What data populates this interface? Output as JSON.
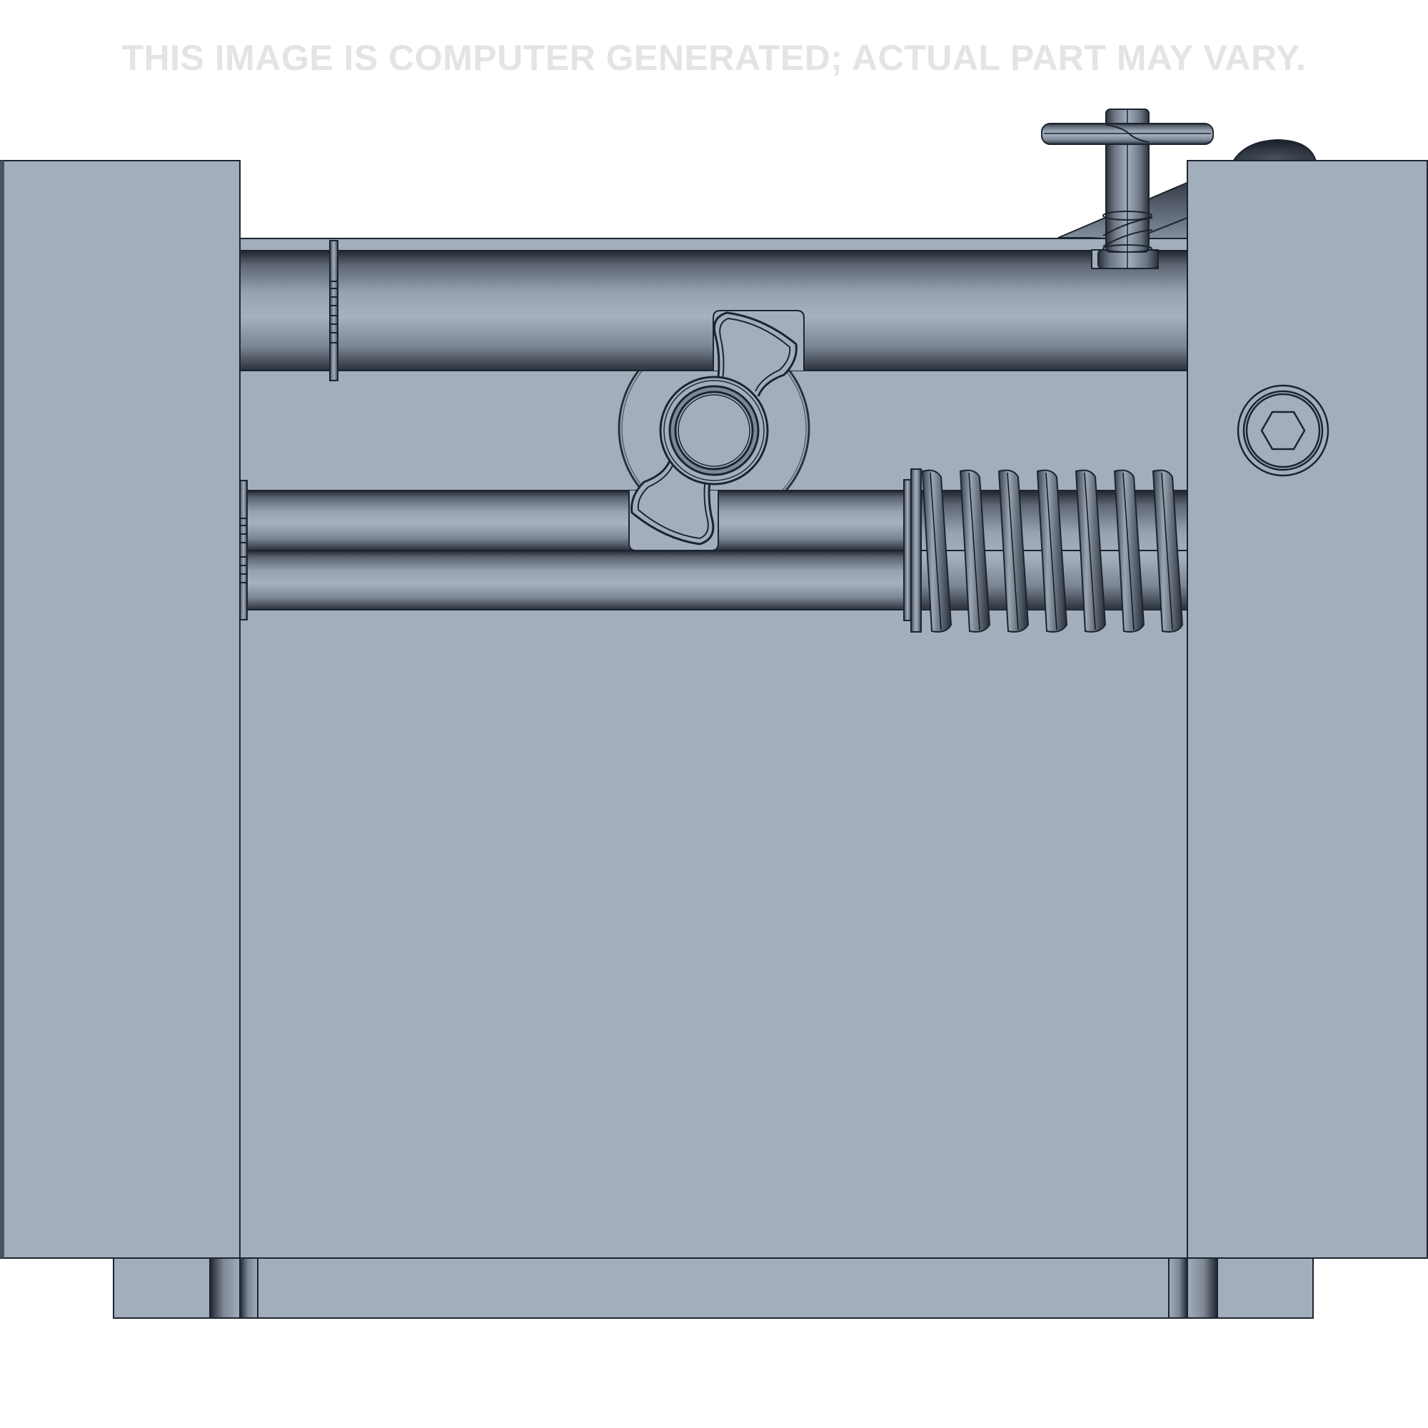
{
  "watermark": {
    "text": "THIS IMAGE IS COMPUTER GENERATED; ACTUAL PART MAY VARY.",
    "color": "#e4e4e4"
  },
  "render": {
    "subject": "CAD front view of spring-loaded fixture with two guide rods, wing nut, compression spring, T-handle plunger and socket head cap screw",
    "colors": {
      "body_fill": "#a3aebd",
      "outline": "#1c2430",
      "shadow": "#2a313b",
      "background": "#ffffff"
    }
  },
  "parts": {
    "left_block": "left-end-block",
    "right_block": "right-end-block",
    "center_panel": "center-panel",
    "base_plate": "base-plate",
    "upper_rod": "upper-guide-rod",
    "lower_rods": "lower-guide-rods",
    "wing_nut": "wing-nut",
    "spring": "compression-spring",
    "plunger": "t-handle-plunger",
    "cap_screw": "socket-head-cap-screw"
  }
}
